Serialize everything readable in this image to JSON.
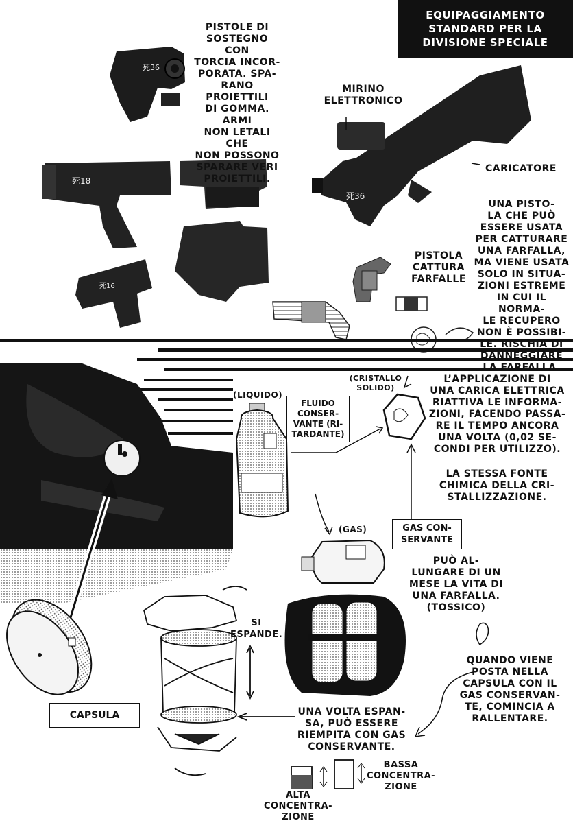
{
  "title": "EQUIPAGGIAMENTO\nSTANDARD PER LA\nDIVISIONE SPECIALE",
  "captions": {
    "support_pistols": "PISTOLE DI\nSOSTEGNO CON\nTORCIA INCOR-\nPORATA. SPA-\nRANO PROIETTILI\nDI GOMMA. ARMI\nNON LETALI CHE\nNON POSSONO\nSPARARE VERI\nPROIETTILI.",
    "electronic_sight": "MIRINO\nELETTRONICO",
    "magazine": "CARICATORE",
    "capture_pistol_desc": "UNA PISTO-\nLA CHE PUÒ\nESSERE USATA\nPER CATTURARE\nUNA FARFALLA,\nMA VIENE USATA\nSOLO IN SITUA-\nZIONI ESTREME\nIN CUI IL NORMA-\nLE RECUPERO\nNON È POSSIBI-\nLE. RISCHIA DI\nDANNEGGIARE\nLA FARFALLA.",
    "capture_pistol_label": "PISTOLA\nCATTURA\nFARFALLE",
    "crystal": "(CRISTALLO\nSOLIDO)",
    "liquid": "(LIQUIDO)",
    "preserving_fluid": "FLUIDO\nCONSER-\nVANTE (RI-\nTARDANTE)",
    "electric_charge": "L’APPLICAZIONE DI\nUNA CARICA ELETTRICA\nRIATTIVA LE INFORMA-\nZIONI, FACENDO PASSA-\nRE IL TEMPO ANCORA\nUNA VOLTA (0,02 SE-\nCONDI PER UTILIZZO).",
    "chemical_source": "LA STESSA FONTE\nCHIMICA DELLA CRI-\nSTALLIZZAZIONE.",
    "gas": "(GAS)",
    "preserving_gas": "GAS CON-\nSERVANTE",
    "extend_life": "PUÒ AL-\nLUNGARE DI UN\nMESE LA VITA DI\nUNA FARFALLA.\n(TOSSICO)",
    "expands": "SI\nESPANDE.",
    "slows_down": "QUANDO VIENE\nPOSTA NELLA\nCAPSULA CON IL\nGAS CONSERVAN-\nTE, COMINCIA A\nRALLENTARE.",
    "capsule": "CAPSULA",
    "fill_gas": "UNA VOLTA ESPAN-\nSA, PUÒ ESSERE\nRIEMPITA CON GAS\nCONSERVANTE.",
    "low_conc": "BASSA\nCONCENTRA-\nZIONE",
    "high_conc": "ALTA\nCONCENTRA-\nZIONE"
  },
  "markings": {
    "gun_top": "死36",
    "gun_mid": "死18",
    "gun_small": "死16",
    "rifle": "死36"
  }
}
